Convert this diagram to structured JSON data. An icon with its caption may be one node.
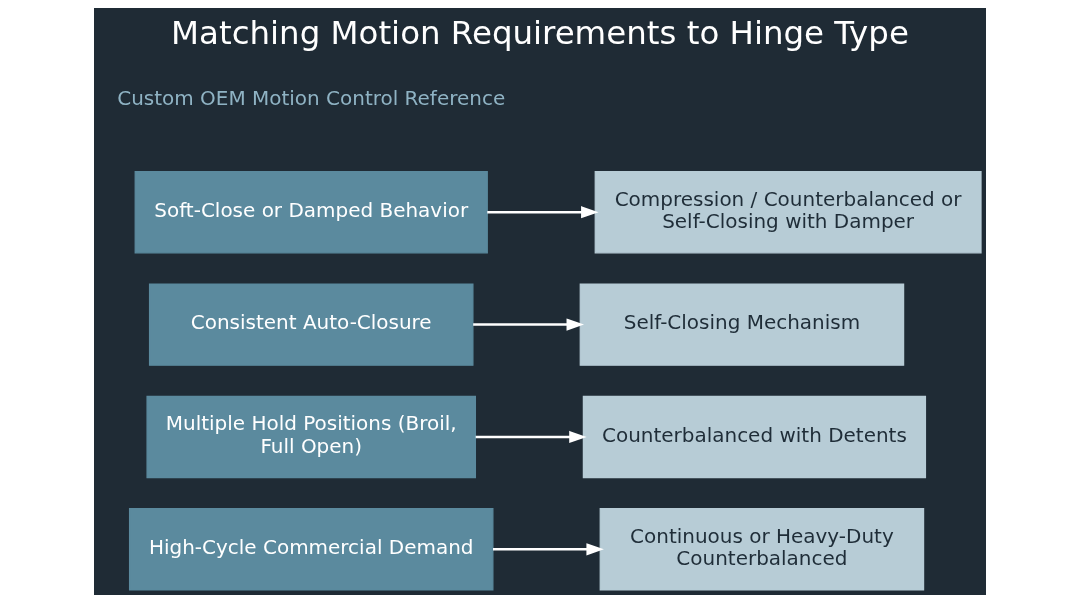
{
  "diagram": {
    "title": "Matching Motion Requirements to Hinge Type",
    "nodes": [
      {
        "text": [
          "Soft-Close or Damped Behavior"
        ]
      },
      {
        "text": [
          "Compression / Counterbalanced or Self-Closing with Damper"
        ]
      },
      {
        "text": [
          "Consistent Auto-Closure"
        ]
      },
      {
        "text": [
          "Self-Closing Mechanism"
        ]
      },
      {
        "text": [
          "Multiple Hold Positions (Broil, Full Open)"
        ]
      },
      {
        "text": [
          "Counterbalanced with Detents"
        ]
      },
      {
        "text": [
          "High-Cycle Commercial Demand"
        ]
      },
      {
        "text": [
          "Continuous or Heavy-Duty Counterbalanced"
        ]
      }
    ],
    "edges": [
      {
        "from": 0,
        "to": 1,
        "arrow": "to"
      },
      {
        "from": 2,
        "to": 3,
        "arrow": "to"
      },
      {
        "from": 4,
        "to": 5,
        "arrow": "to"
      },
      {
        "from": 6,
        "to": 7,
        "arrow": "to"
      }
    ],
    "labels": [
      "Custom OEM Motion Control Reference"
    ]
  }
}
